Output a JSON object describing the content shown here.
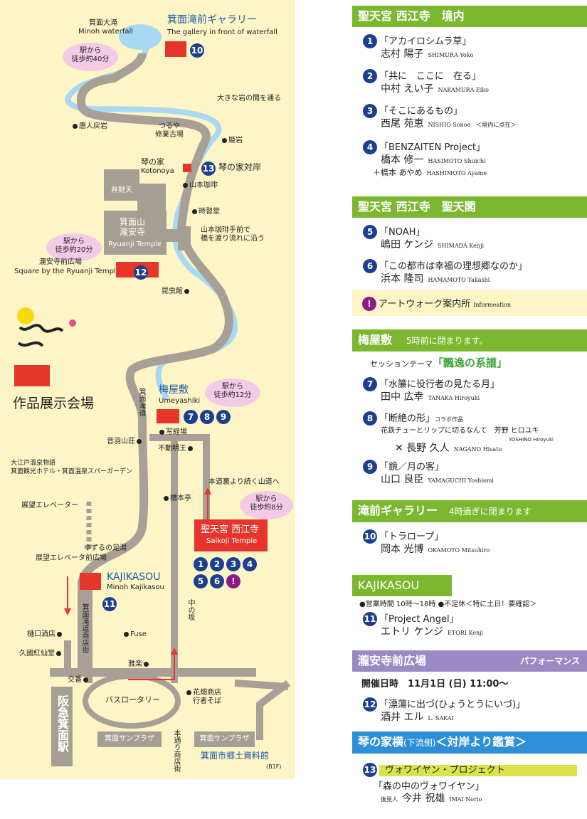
{
  "map": {
    "waterfall_jp": "箕面大滝",
    "waterfall_en": "Minoh waterfall",
    "gallery_jp": "箕面滝前ギャラリー",
    "gallery_en": "The gallery in front of waterfall",
    "walk40": [
      "駅から",
      "徒歩約40分"
    ],
    "karato": "唐人戻岩",
    "oiwa": "大きな岩の間を通る",
    "tsuruya": [
      "つるや",
      "修業古場"
    ],
    "himeiwa": "姫岩",
    "kotonoya_jp": "琴の家",
    "kotonoya_en": "Kotonoya",
    "kotonoya_opp": "琴の家対岸",
    "yamamoto": "山本珈琲",
    "jishudo": "時習堂",
    "benzaiten": "弁財天",
    "ryuanji_jp": [
      "箕面山",
      "瀧安寺"
    ],
    "ryuanji_en": "Ryuanji Temple",
    "yamamoto_note": [
      "山本珈琲手前で",
      "橋を渡り流れに沿う"
    ],
    "walk20": [
      "駅から",
      "徒歩約20分"
    ],
    "square_jp": "瀧安寺前広場",
    "square_en": "Square by the Ryuanji Temple",
    "konchukan": "昆虫館",
    "legend": "作品展示会場",
    "umeyashiki_jp": "梅屋敷",
    "umeyashiki_en": "Umeyashiki",
    "walk12": [
      "駅から",
      "徒歩約12分"
    ],
    "road_taki": "箕面滝道",
    "otowa": "音羽山荘",
    "shakyo": "写経場",
    "fudo": "不動明王",
    "hotel": [
      "大江戸温泉物語",
      "箕面観光ホテル・箕面温泉スパーガーデン"
    ],
    "elevator": "展望エレベーター",
    "hashimoto": "橋本亭",
    "yamamichi": "本道裏より続く山道へ",
    "walk8": [
      "駅から",
      "徒歩約8分"
    ],
    "saikoji_jp": "聖天宮 西江寺",
    "saikoji_en": "Saikoji Temple",
    "ashiyu": "ゆずるの足湯",
    "elevator_plaza": "展望エレベータ前広場",
    "kajikasou": "KAJIKASOU",
    "kajikasou_en": "Minoh Kajikasou",
    "shotengai": "箕面滝道商店街",
    "nakanosaka": "中の坂",
    "higuchi": "樋口酒店",
    "kunisada": "久國紅仙堂",
    "fuse": "Fuse",
    "garaku": "雅楽",
    "koban": "交番",
    "bus": "バスロータリー",
    "hanabata": [
      "花畑商店",
      "行者そば"
    ],
    "station": "阪急箕面駅",
    "sunplaza1": "箕面サンプラザ",
    "hondori": "本通り商店街",
    "sunplaza2": "箕面サンプラザ",
    "museum": "箕面市郷土資料館",
    "b1f": "(B1F)",
    "nums": [
      "1",
      "2",
      "3",
      "4",
      "5",
      "6",
      "!",
      "7",
      "8",
      "9",
      "10",
      "11",
      "12",
      "13"
    ]
  },
  "panel": {
    "s1_head": "聖天宮 西江寺　境内",
    "s1": [
      {
        "n": "1",
        "title": "「アカイロシムラ草」",
        "name": "志村 陽子",
        "rom": "SHIMURA Yoko"
      },
      {
        "n": "2",
        "title": "「共に　ここに　在る」",
        "name": "中村 えい子",
        "rom": "NAKAMURA Eiko"
      },
      {
        "n": "3",
        "title": "「そこにあるもの」",
        "name": "西尾 苑恵",
        "rom": "NISHIO Sonoe　＜境内に点在＞"
      },
      {
        "n": "4",
        "title": "「BENZAITEN Project」",
        "name": "橋本 修一",
        "rom": "HASIMOTO Shuichi",
        "extra": "＋橋本 あやめ",
        "extra_rom": "HASHIMOTO Ayame"
      }
    ],
    "s2_head": "聖天宮 西江寺　聖天閣",
    "s2": [
      {
        "n": "5",
        "title": "「NOAH」",
        "name": "嶋田 ケンジ",
        "rom": "SHIMADA Kenji"
      },
      {
        "n": "6",
        "title": "「この都市は幸福の理想郷なのか」",
        "name": "浜本 隆司",
        "rom": "HAMAMOTO Takashi"
      }
    ],
    "info_label": "アートウォーク案内所",
    "info_rom": "Informeation",
    "s3_head": "梅屋敷",
    "s3_note": "5時前に閉まります。",
    "session_label": "セッションテーマ",
    "session_theme": "「飄逸の系譜」",
    "s3": [
      {
        "n": "7",
        "title": "「水簾に役行者の見たる月」",
        "name": "田中 広幸",
        "rom": "TANAKA Hiroyuki"
      },
      {
        "n": "8",
        "title": "「断絶の形」",
        "collab": "コラボ作品",
        "line2": "花鉄チューとリップに切るなんて　芳野 ヒロユキ",
        "line2_rom": "YOSHINO Hiroyuki",
        "name": "✕ 長野 久人",
        "rom": "NAGANO Hisato"
      },
      {
        "n": "9",
        "title": "「鏡／月の客」",
        "name": "山口 良臣",
        "rom": "YAMAGUCHI Yoshiomi"
      }
    ],
    "s4_head": "滝前ギャラリー",
    "s4_note": "4時過ぎに閉まります",
    "s4": [
      {
        "n": "10",
        "title": "「トラロープ」",
        "name": "岡本 光博",
        "rom": "OKAMOTO Mitsuhiro"
      }
    ],
    "s5_head": "KAJIKASOU",
    "s5_hours": "●営業時間 10時〜18時 ●不定休＜特に土日！要確認＞",
    "s5": [
      {
        "n": "11",
        "title": "「Project Angel」",
        "name": "エトリ ケンジ",
        "rom": "ETORI Kenji"
      }
    ],
    "s6_head": "瀧安寺前広場",
    "s6_tag": "パフォーマンス",
    "s6_date": "開催日時　11月1日 (日) 11:00〜",
    "s6": [
      {
        "n": "12",
        "title": "「漂蕩に出づ(ひょうとうにいづ)」",
        "name": "酒井 エル",
        "rom": "L. SAKAI"
      }
    ],
    "s7_head": "琴の家横",
    "s7_sub": "(下流側)",
    "s7_note": "＜対岸より鑑賞＞",
    "s7_n": "13",
    "s7_project": "ヴォワイヤン・プロジェクト",
    "s7_title": "「森の中のヴォワイヤン」",
    "s7_guard": "後見人",
    "s7_name": "今井 祝雄",
    "s7_rom": "IMAI Norio"
  },
  "colors": {
    "green": "#7cb82f",
    "river": "#a9d8f2",
    "road": "#a8a096",
    "red": "#e6362c",
    "navy": "#1d3f8f",
    "purple": "#9b89c4",
    "blue": "#2e8fd6",
    "cream": "#fdf5c6"
  }
}
